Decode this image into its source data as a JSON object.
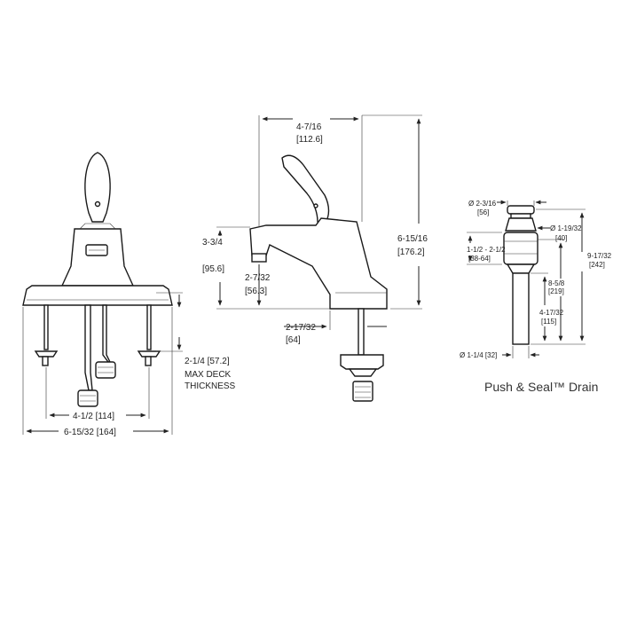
{
  "front_view": {
    "deck_thickness": "2-1/4 [57.2]",
    "deck_label_line1": "MAX DECK",
    "deck_label_line2": "THICKNESS",
    "center_spacing": "4-1/2  [114]",
    "overall_width": "6-15/32  [164]"
  },
  "side_view": {
    "reach_in": "4-7/16",
    "reach_mm": "[112.6]",
    "height_in": "6-15/16",
    "height_mm": "[176.2]",
    "spout_height_in": "3-3/4",
    "spout_height_mm": "[95.6]",
    "aerator_height_in": "2-7/32",
    "aerator_height_mm": "[56.3]",
    "base_in": "2-17/32",
    "base_mm": "[64]"
  },
  "drain": {
    "cap_dia_in": "Ø 2-3/16",
    "cap_dia_mm": "[56]",
    "flange_dia_in": "Ø 1-19/32",
    "flange_dia_mm": "[40]",
    "range_in": "1-1/2 - 2-1/2",
    "range_mm": "[38-64]",
    "overall_in": "9-17/32",
    "overall_mm": "[242]",
    "tail_in": "8-5/8",
    "tail_mm": "[219]",
    "lower_in": "4-17/32",
    "lower_mm": "[115]",
    "pipe_dia": "Ø 1-1/4 [32]",
    "caption": "Push & Seal™ Drain"
  }
}
